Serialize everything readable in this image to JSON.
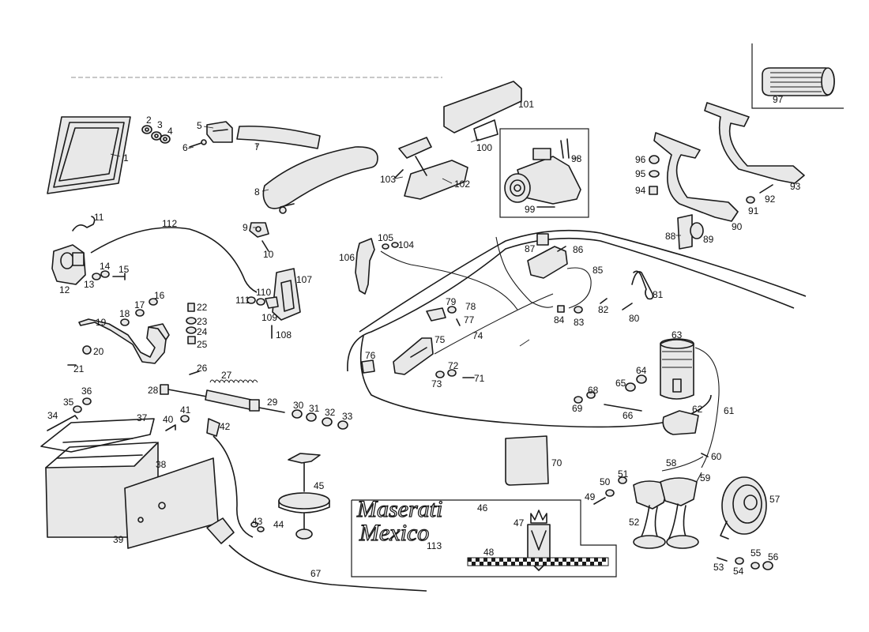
{
  "callouts": [
    "1",
    "2",
    "3",
    "4",
    "5",
    "6",
    "7",
    "8",
    "9",
    "10",
    "11",
    "12",
    "13",
    "14",
    "15",
    "16",
    "17",
    "18",
    "19",
    "20",
    "21",
    "22",
    "23",
    "24",
    "25",
    "26",
    "27",
    "28",
    "29",
    "30",
    "31",
    "32",
    "33",
    "34",
    "35",
    "36",
    "37",
    "38",
    "39",
    "40",
    "41",
    "42",
    "43",
    "44",
    "45",
    "46",
    "47",
    "48",
    "49",
    "50",
    "51",
    "52",
    "53",
    "54",
    "55",
    "56",
    "57",
    "58",
    "59",
    "60",
    "61",
    "62",
    "63",
    "64",
    "65",
    "66",
    "67",
    "68",
    "69",
    "70",
    "71",
    "72",
    "73",
    "74",
    "75",
    "76",
    "77",
    "78",
    "79",
    "80",
    "81",
    "82",
    "83",
    "84",
    "85",
    "86",
    "87",
    "88",
    "89",
    "90",
    "91",
    "92",
    "93",
    "94",
    "95",
    "96",
    "97",
    "98",
    "99",
    "100",
    "101",
    "102",
    "103",
    "104",
    "105",
    "106",
    "107",
    "108",
    "109",
    "110",
    "111",
    "112",
    "113"
  ],
  "badge": {
    "brand_script": "Maserati",
    "model_script": "Mexico"
  }
}
